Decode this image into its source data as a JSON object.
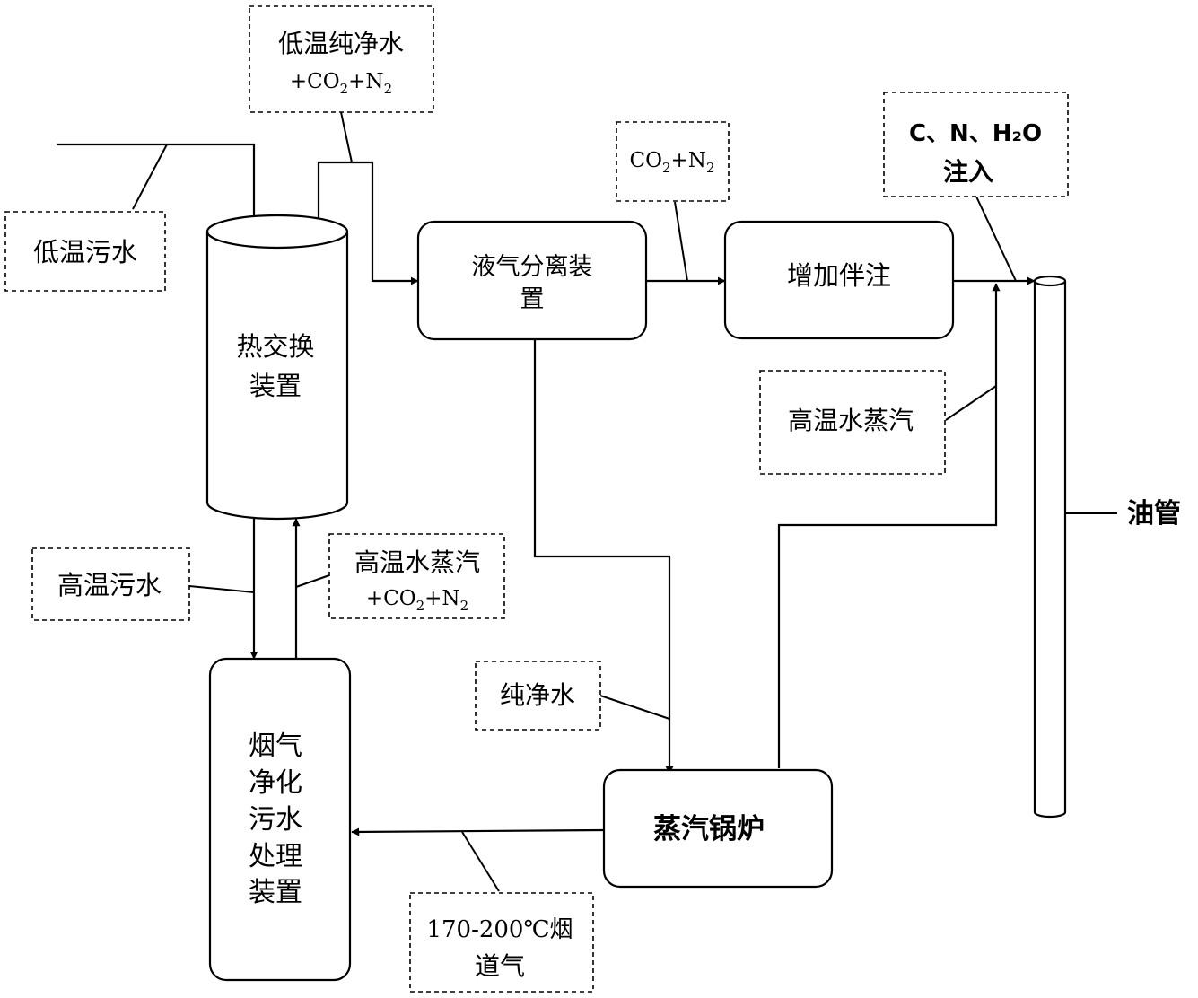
{
  "nodes": {
    "heat_exchanger": {
      "line1": "热交换",
      "line2": "装置"
    },
    "separator": {
      "line1": "液气分离装",
      "line2": "置"
    },
    "additive": {
      "label": "增加伴注"
    },
    "flue_treatment": {
      "line1": "烟气",
      "line2": "净化",
      "line3": "污水",
      "line4": "处理",
      "line5": "装置"
    },
    "boiler": {
      "label": "蒸汽锅炉"
    },
    "oil_pipe": {
      "label": "油管"
    }
  },
  "notes": {
    "low_temp_pure_water": {
      "line1": "低温纯净水",
      "line2_prefix": "+CO",
      "line2_mid": "+N",
      "sub": "2"
    },
    "low_temp_sewage": {
      "label": "低温污水"
    },
    "co2_n2": {
      "prefix": "CO",
      "mid": "+N",
      "sub": "2"
    },
    "injection": {
      "line1": "C、N、H₂O",
      "line2": "注入"
    },
    "high_temp_steam_right": {
      "label": "高温水蒸汽"
    },
    "high_temp_sewage": {
      "label": "高温污水"
    },
    "high_temp_steam_gas": {
      "line1": "高温水蒸汽",
      "line2_prefix": "+CO",
      "line2_mid": "+N",
      "sub": "2"
    },
    "pure_water": {
      "label": "纯净水"
    },
    "flue_gas": {
      "line1": "170-200℃烟",
      "line2": "道气"
    }
  },
  "colors": {
    "stroke": "#000000",
    "background": "#ffffff"
  }
}
